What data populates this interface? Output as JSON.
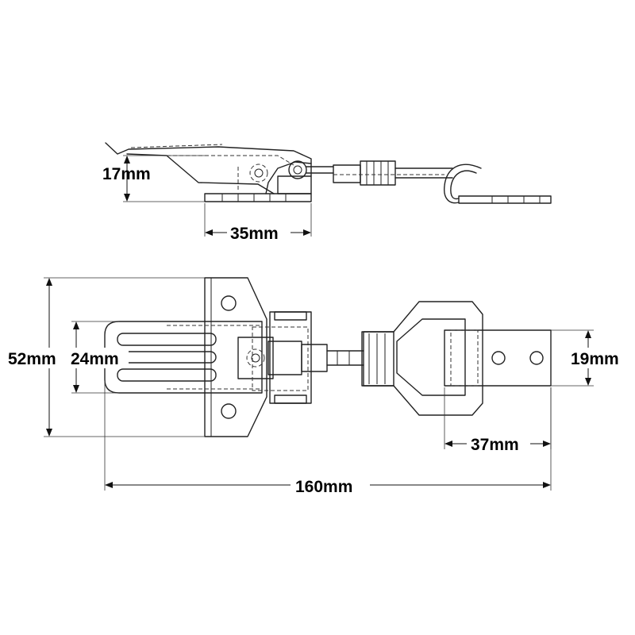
{
  "dimensions": {
    "side_height": "17mm",
    "side_width": "35mm",
    "total_width": "52mm",
    "slot_width": "24mm",
    "catch_width": "19mm",
    "catch_length": "37mm",
    "total_length": "160mm"
  },
  "colors": {
    "line": "#222222",
    "text": "#000000",
    "background": "#ffffff"
  }
}
